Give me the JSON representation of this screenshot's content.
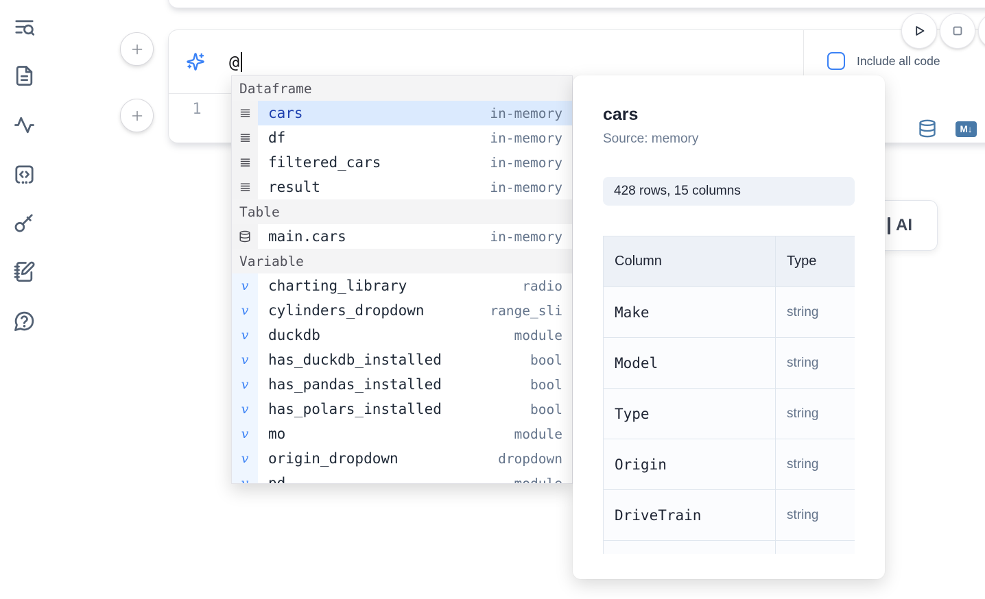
{
  "sidebar": {
    "icons": [
      "text-search",
      "file-text",
      "activity",
      "code-square",
      "key",
      "notebook-pen",
      "help-message"
    ]
  },
  "cell": {
    "prompt_value": "@",
    "include_all_code_label": "Include all code",
    "line_number": "1",
    "markdown_icon_label": "M↓"
  },
  "completion": {
    "sections": [
      {
        "label": "Dataframe",
        "items": [
          {
            "icon": "rows",
            "name": "cars",
            "type": "in-memory",
            "selected": true
          },
          {
            "icon": "rows",
            "name": "df",
            "type": "in-memory"
          },
          {
            "icon": "rows",
            "name": "filtered_cars",
            "type": "in-memory"
          },
          {
            "icon": "rows",
            "name": "result",
            "type": "in-memory"
          }
        ]
      },
      {
        "label": "Table",
        "items": [
          {
            "icon": "database",
            "name": "main.cars",
            "type": "in-memory"
          }
        ]
      },
      {
        "label": "Variable",
        "items": [
          {
            "icon": "v",
            "name": "charting_library",
            "type": "radio"
          },
          {
            "icon": "v",
            "name": "cylinders_dropdown",
            "type": "range_sli"
          },
          {
            "icon": "v",
            "name": "duckdb",
            "type": "module"
          },
          {
            "icon": "v",
            "name": "has_duckdb_installed",
            "type": "bool"
          },
          {
            "icon": "v",
            "name": "has_pandas_installed",
            "type": "bool"
          },
          {
            "icon": "v",
            "name": "has_polars_installed",
            "type": "bool"
          },
          {
            "icon": "v",
            "name": "mo",
            "type": "module"
          },
          {
            "icon": "v",
            "name": "origin_dropdown",
            "type": "dropdown"
          },
          {
            "icon": "v",
            "name": "pd",
            "type": "module"
          }
        ]
      }
    ]
  },
  "preview": {
    "title": "cars",
    "source_label": "Source: memory",
    "shape_badge": "428 rows, 15 columns",
    "table": {
      "headers": [
        "Column",
        "Type"
      ],
      "rows": [
        [
          "Make",
          "string"
        ],
        [
          "Model",
          "string"
        ],
        [
          "Type",
          "string"
        ],
        [
          "Origin",
          "string"
        ],
        [
          "DriveTrain",
          "string"
        ]
      ]
    }
  },
  "ai_button": {
    "label": "AI"
  },
  "colors": {
    "accent_blue": "#3b82f6",
    "steel_blue": "#4879a8",
    "selected_row": "#dbeafe",
    "icon_slate": "#526073"
  }
}
